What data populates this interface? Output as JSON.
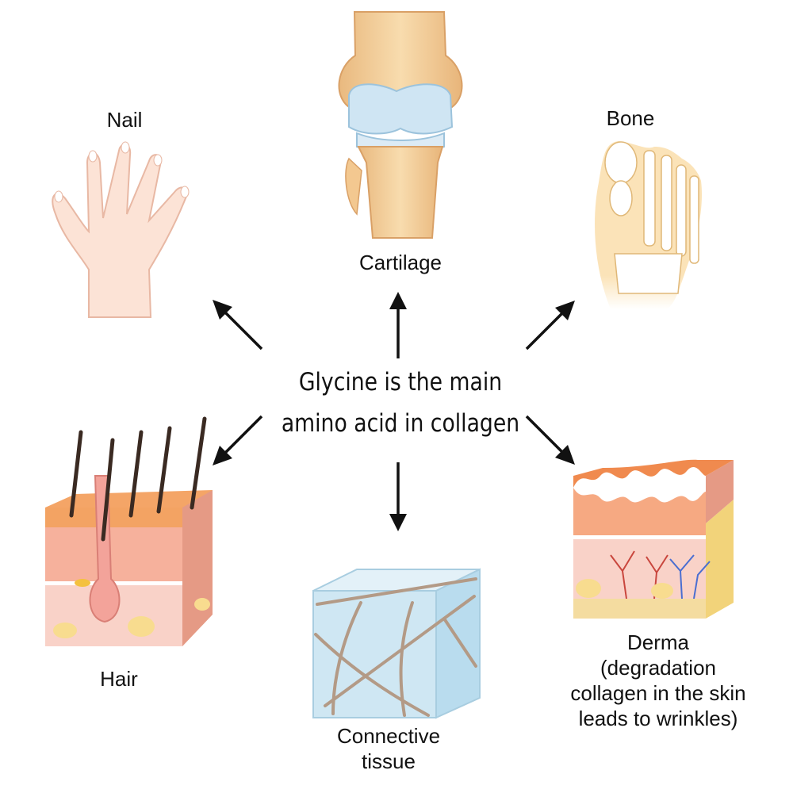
{
  "center": {
    "line1": "Glycine is the main",
    "line2": "amino acid in collagen"
  },
  "nodes": {
    "nail": {
      "label": "Nail",
      "icon": "hand-icon"
    },
    "cartilage": {
      "label": "Cartilage",
      "icon": "knee-joint-icon"
    },
    "bone": {
      "label": "Bone",
      "icon": "foot-bone-icon"
    },
    "hair": {
      "label": "Hair",
      "icon": "hair-follicle-icon"
    },
    "connective": {
      "line1": "Connective",
      "line2": "tissue",
      "icon": "tissue-cube-icon"
    },
    "derma": {
      "line1": "Derma",
      "line2": "(degradation",
      "line3": "collagen in the skin",
      "line4": "leads to wrinkles)",
      "icon": "skin-layer-icon"
    }
  },
  "colors": {
    "arrow": "#111111",
    "skin": "#f9d9c6",
    "cartilage": "#cfe5f3",
    "bone": "#f3d9a2",
    "epidermis": "#f2a064",
    "dermis": "#f6b4a0",
    "tissue": "#cfe7f3",
    "fiber": "#b39a86"
  }
}
